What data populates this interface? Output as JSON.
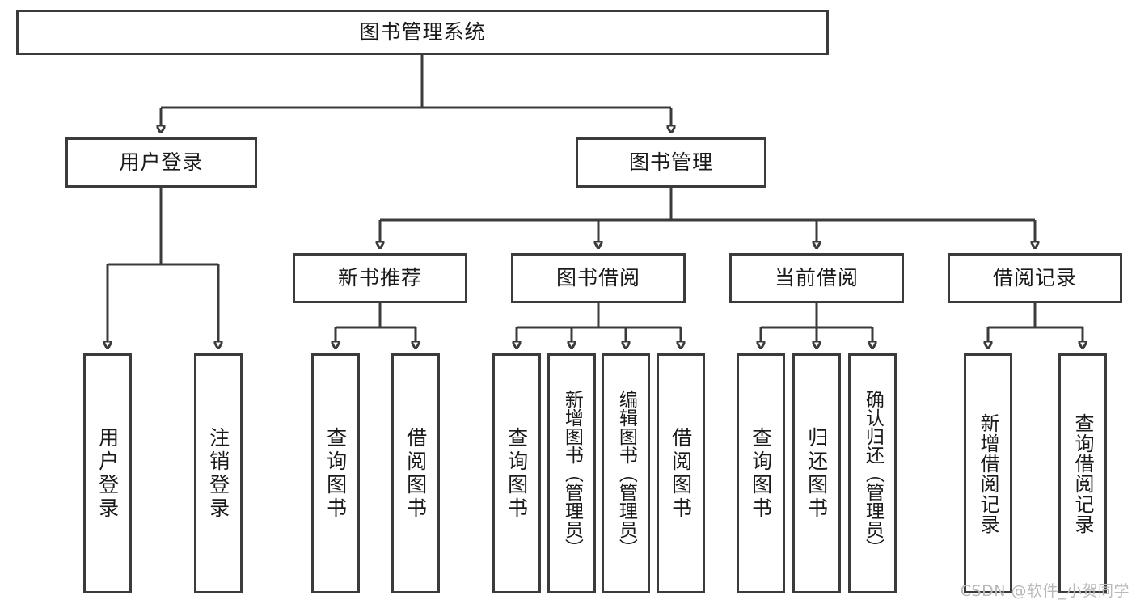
{
  "diagram": {
    "title_node": {
      "label": "图书管理系统"
    },
    "level2": [
      {
        "label": "用户登录"
      },
      {
        "label": "图书管理"
      }
    ],
    "level3": [
      {
        "label": "新书推荐"
      },
      {
        "label": "图书借阅"
      },
      {
        "label": "当前借阅"
      },
      {
        "label": "借阅记录"
      }
    ],
    "leaves": {
      "user_login": [
        {
          "label": "用户登录"
        },
        {
          "label": "注销登录"
        }
      ],
      "new_book_recommend": [
        {
          "label": "查询图书"
        },
        {
          "label": "借阅图书"
        }
      ],
      "book_borrow": [
        {
          "label": "查询图书"
        },
        {
          "label": "新增图书（管理员）"
        },
        {
          "label": "编辑图书（管理员）"
        },
        {
          "label": "借阅图书"
        }
      ],
      "current_borrow": [
        {
          "label": "查询图书"
        },
        {
          "label": "归还图书"
        },
        {
          "label": "确认归还（管理员）"
        }
      ],
      "borrow_records": [
        {
          "label": "新增借阅记录"
        },
        {
          "label": "查询借阅记录"
        }
      ]
    },
    "watermark": "CSDN @软件_小贺同学",
    "colors": {
      "stroke": "#3b3b3b",
      "background": "#ffffff",
      "text": "#1a1a1a",
      "watermark": "#b9b9b9"
    }
  }
}
